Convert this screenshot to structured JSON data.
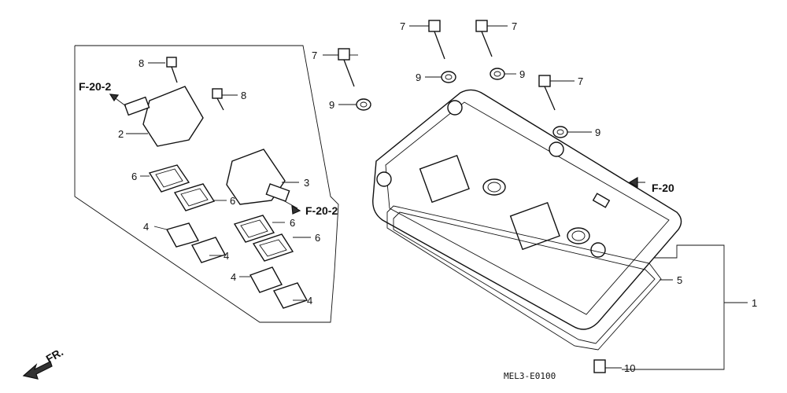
{
  "part_numbers": {
    "n1": "1",
    "n2": "2",
    "n3": "3",
    "n4": "4",
    "n5": "5",
    "n6": "6",
    "n7": "7",
    "n8": "8",
    "n9": "9",
    "n10": "10"
  },
  "references": {
    "f20_2_left": "F-20-2",
    "f20_2_right": "F-20-2",
    "f20": "F-20"
  },
  "front_indicator": "FR.",
  "diagram_code": "MEL3-E0100"
}
